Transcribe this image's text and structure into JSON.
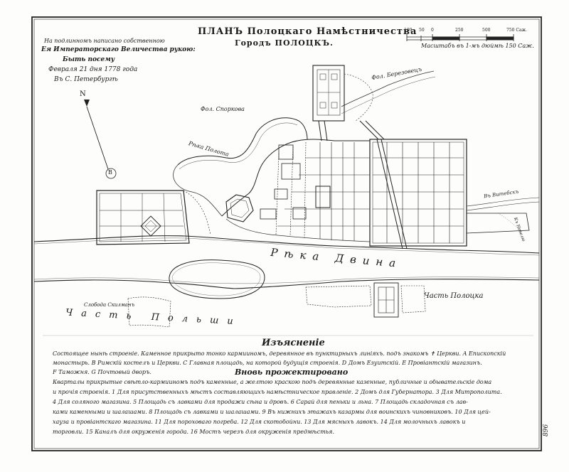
{
  "title_line1": "ПЛАНЪ Полоцкаго Намѣстничества",
  "title_line2": "Городъ ПОЛОЦКЪ.",
  "approval": [
    "На подлинномъ написано собственною",
    "Ея Императорскаго Величества рукою:",
    "Быть посему",
    "Февраля 21 дня 1778 года",
    "Въ С. Петербургѣ"
  ],
  "scale": {
    "ticks": [
      "100",
      "50",
      "0",
      "250",
      "500",
      "750 Саж."
    ],
    "caption": "Масштабъ въ 1-мъ дюймѣ 150 Саж."
  },
  "compass": {
    "north": "N",
    "point": "B"
  },
  "labels": {
    "river": "Рѣка  Двина",
    "river2": "Рѣка Полота",
    "part_polotsk": "Часть Полоцка",
    "part_poland": "Часть  Польши",
    "sloboda_skilman": "Слобода Скилманъ",
    "sloboda_sporkova": "Фол. Спорковa",
    "sloboda_berezovets": "Фол. Березовецъ",
    "road_vitebsk": "Въ Витебскъ",
    "road_nevel": "Къ Невелю"
  },
  "legend_title": "Изъясненiе",
  "legend_sub": "Вновь прожектировано",
  "legend_lines": [
    "Состоящее нынѣ строенiе. Каменное прикрыто тонко кармииномъ, деревянное въ пунктирныхъ линiяхъ. подъ знакомъ ✝ Церкви. A Епископскiй",
    "монастырь. B Римскiй костелъ и Церкви. C Главная площадь, на которой будущiя строенiя. D Домъ Езуитскiй. E Провiантскiй магазинъ.",
    "F Таможня. G Почтовый дворъ.",
    "Кварталы прикрытые свѣтло-кармииномъ подъ каменные, а желтою краскою подъ деревянные казенные, публичные и обывательскiе дома",
    "и прочiя строенiя. 1 Для присутственныхъ мѣстъ составляющихъ намѣстническое правленiе. 2 Домъ для Губернатора. 3 Для Митрополита.",
    "4 Для соляного магазина. 5 Площадь съ лавками для продажи сѣна и дровъ. 6 Сарай для пеньки и льна. 7 Площадь складочная съ лав-",
    "ками каменными и шалашами. 8 Площадь съ лавками и шалашами. 9 Въ нижнихъ этажахъ казармы для воинскихъ чиновниковъ. 10 Для цей-",
    "хауза и провiантскаго магазина. 11 Для пороховаго погреба. 12 Для скотобойни. 13 Для мясныхъ лавокъ. 14 Для молочныхъ лавокъ и",
    "торговли. 15 Каналъ для окруженiя города. 16 Мостъ черезъ для окруженiя предмѣстья."
  ],
  "margin_note": "896"
}
